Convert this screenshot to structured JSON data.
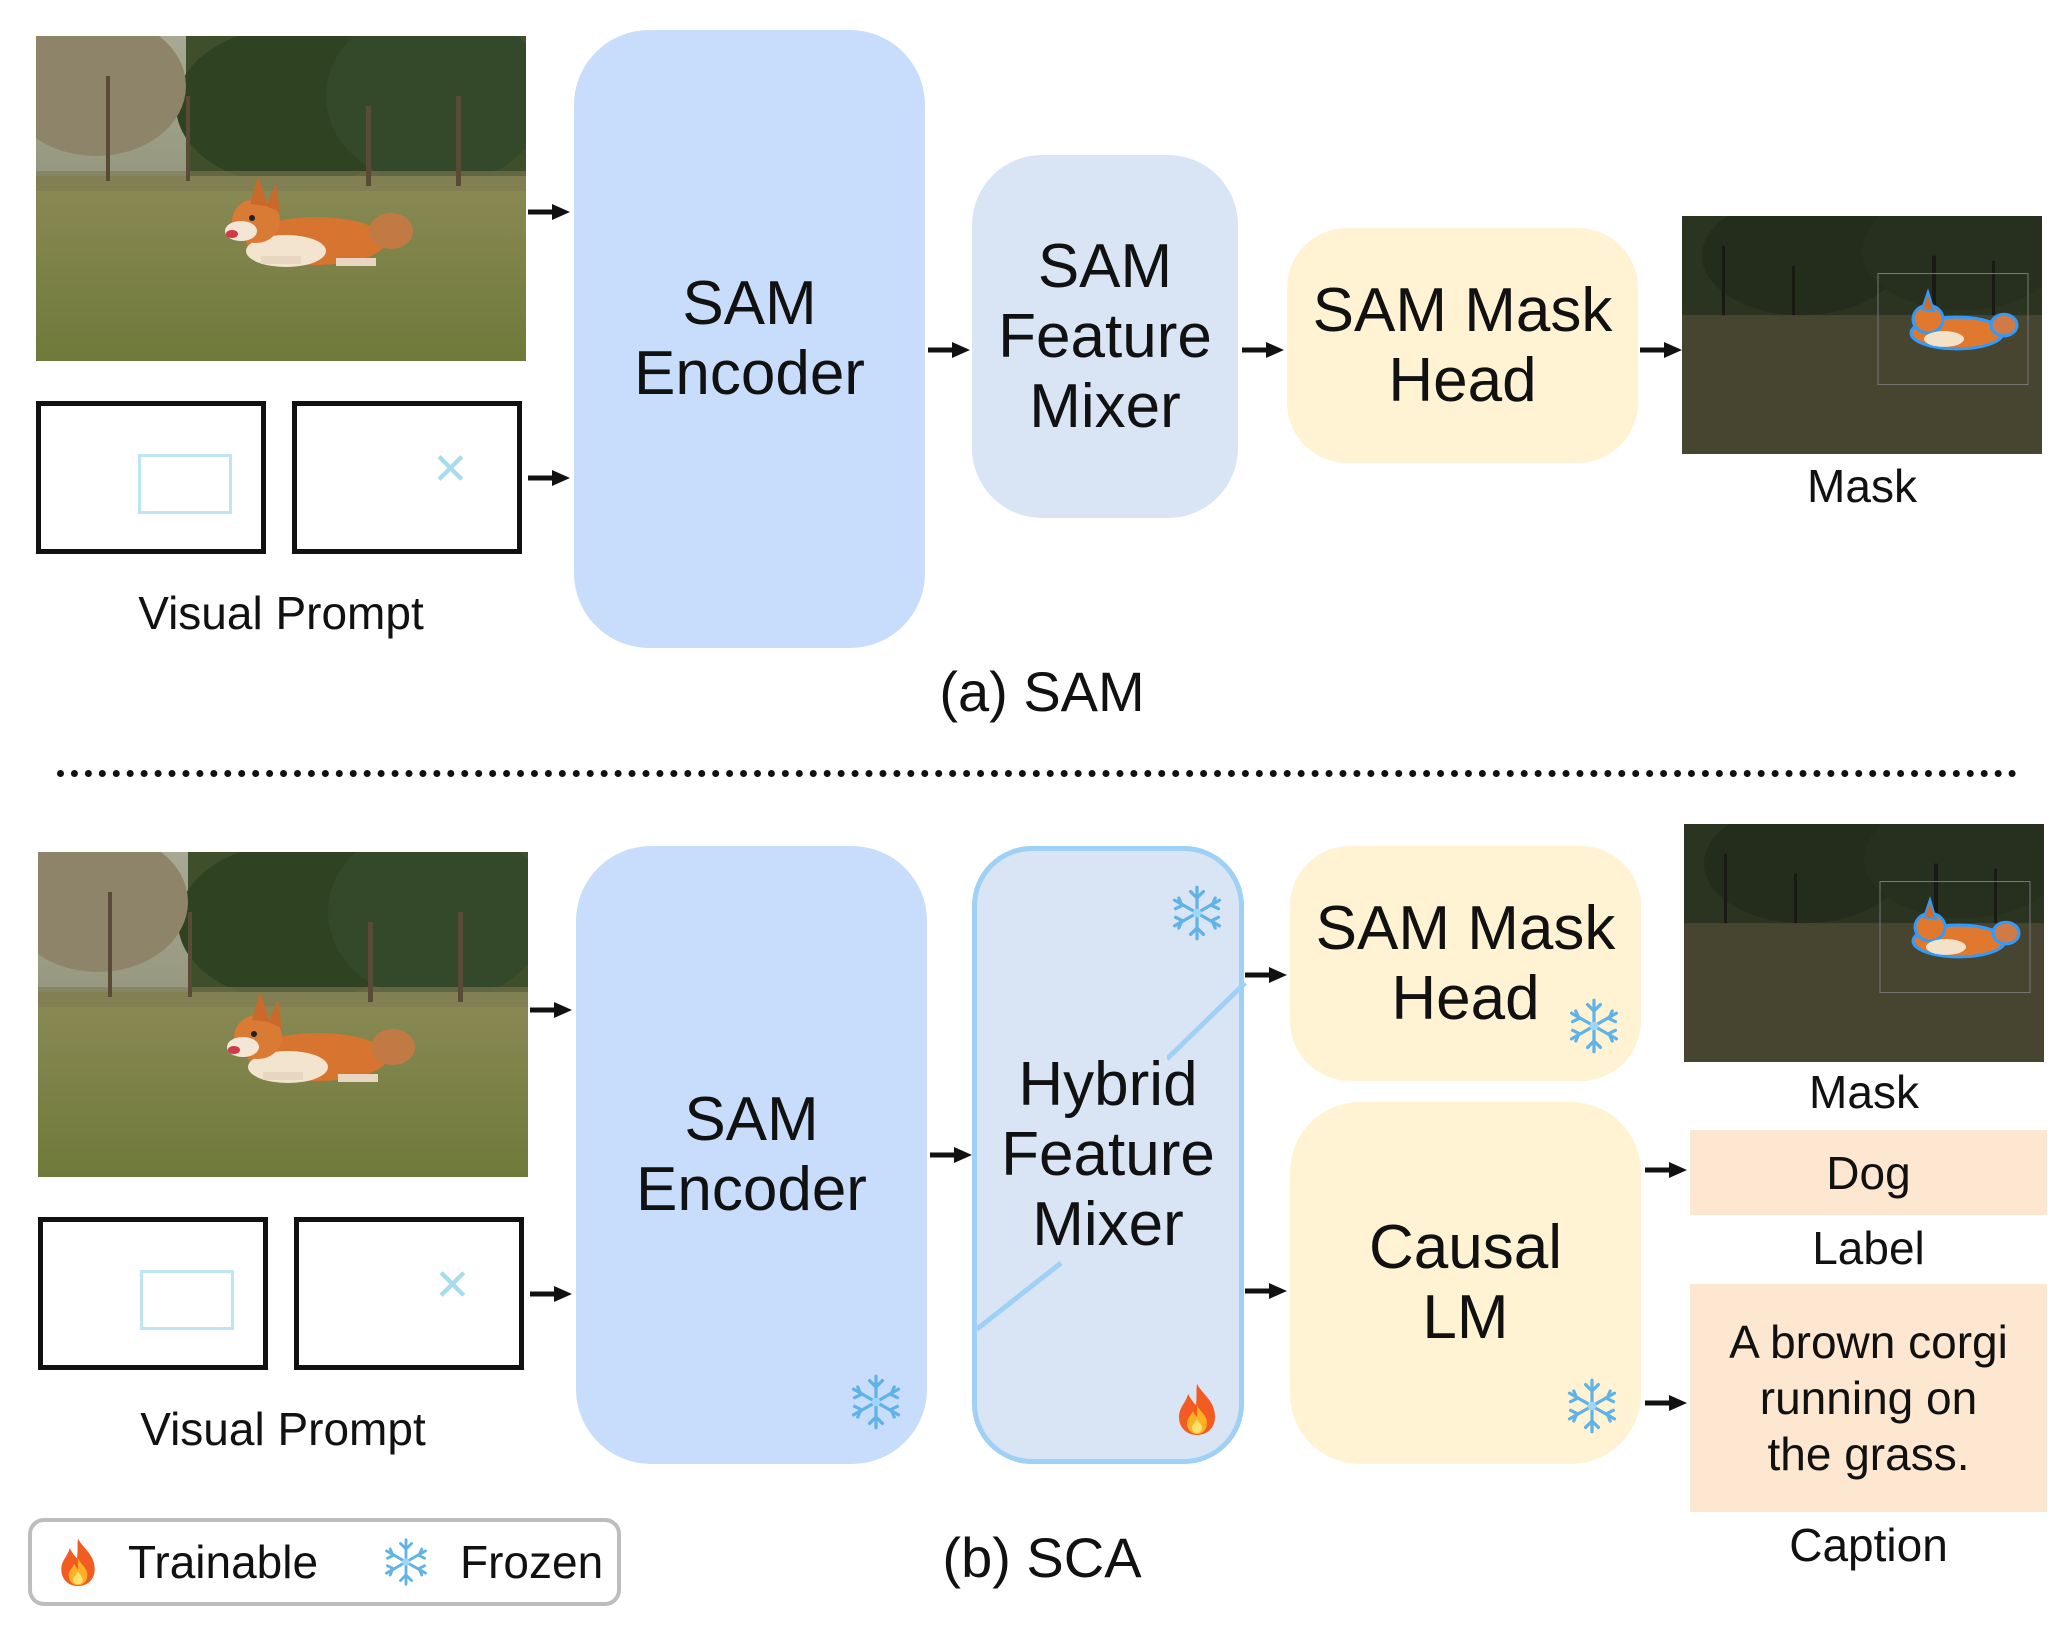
{
  "top": {
    "encoder": "SAM\nEncoder",
    "mixer": "SAM\nFeature\nMixer",
    "mask_head": "SAM Mask\nHead",
    "mask_label": "Mask",
    "visual_prompt_label": "Visual Prompt",
    "caption": "(a) SAM"
  },
  "bottom": {
    "encoder": "SAM\nEncoder",
    "mixer": "Hybrid\nFeature\nMixer",
    "mask_head": "SAM Mask\nHead",
    "causal_lm": "Causal\nLM",
    "mask_label": "Mask",
    "label_value": "Dog",
    "label_label": "Label",
    "caption_value": "A brown corgi\nrunning on\nthe grass.",
    "caption_label": "Caption",
    "visual_prompt_label": "Visual Prompt",
    "caption": "(b) SCA"
  },
  "legend": {
    "trainable": "Trainable",
    "frozen": "Frozen",
    "trainable_icon": "fire-icon",
    "frozen_icon": "snowflake-icon"
  },
  "colors": {
    "encoder": "#c8dcfb",
    "mixer": "#d9e5f4",
    "mixer_border": "#9fd0f5",
    "head": "#fff3d4",
    "textbox": "#fde7d0",
    "prompt_box": "#bfe5f2"
  }
}
